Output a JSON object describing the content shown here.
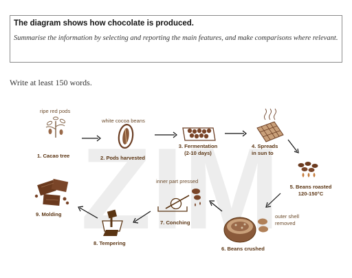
{
  "task": {
    "title": "The diagram shows how chocolate is produced.",
    "instruction": "Summarise the information by selecting and reporting the main features, and make comparisons where relevant.",
    "word_requirement": "Write at least 150 words."
  },
  "diagram": {
    "watermark": "ZIM",
    "colors": {
      "label_brown": "#5a3412",
      "chocolate": "#6b3a1e",
      "pod": "#8a5a3a",
      "bean": "#7a4528",
      "watermark": "#ececec"
    },
    "annotations": {
      "ripe_pods": "ripe red pods",
      "white_beans": "white cocoa beans",
      "inner_part": "inner part pressed",
      "outer_shell_1": "outer shell",
      "outer_shell_2": "removed"
    },
    "steps": [
      {
        "label": "1. Cacao tree"
      },
      {
        "label": "2. Pods harvested"
      },
      {
        "label_1": "3. Fermentation",
        "label_2": "(2-10 days)"
      },
      {
        "label_1": "4. Spreads",
        "label_2": "in sun to"
      },
      {
        "label_1": "5. Beans roasted",
        "label_2": "120-150°C"
      },
      {
        "label": "6. Beans crushed"
      },
      {
        "label": "7. Conching"
      },
      {
        "label": "8. Tempering"
      },
      {
        "label": "9. Molding"
      }
    ]
  }
}
